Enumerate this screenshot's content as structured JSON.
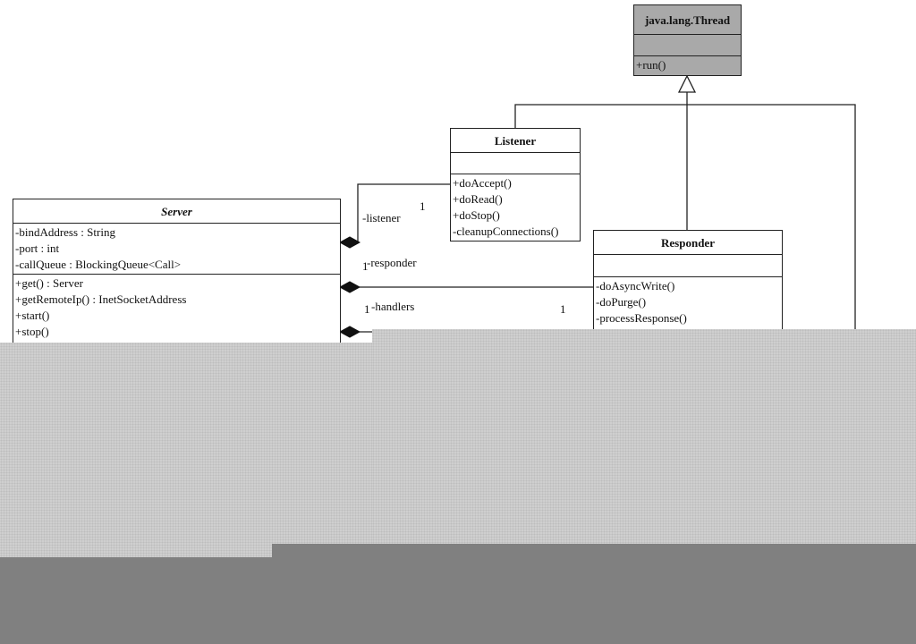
{
  "classes": {
    "thread": {
      "name": "java.lang.Thread",
      "methods": [
        "+run()"
      ]
    },
    "listener": {
      "name": "Listener",
      "methods": [
        "+doAccept()",
        "+doRead()",
        "+doStop()",
        "-cleanupConnections()"
      ]
    },
    "server": {
      "name": "Server",
      "attributes": [
        "-bindAddress : String",
        "-port : int",
        "-callQueue : BlockingQueue<Call>"
      ],
      "methods": [
        "+get() : Server",
        "+getRemoteIp() : InetSocketAddress",
        "+start()",
        "+stop()"
      ]
    },
    "responder": {
      "name": "Responder",
      "methods": [
        "-doAsyncWrite()",
        "-doPurge()",
        "-processResponse()"
      ]
    }
  },
  "associations": {
    "listener": {
      "role": "-listener",
      "multiplicity": "1"
    },
    "responder": {
      "role": "-responder",
      "multiplicity": "1"
    },
    "handlers": {
      "role": "-handlers",
      "multiplicity_left": "1",
      "multiplicity_right": "1"
    }
  },
  "colors": {
    "thread_fill": "#a9a9a9",
    "line": "#222222",
    "mask_light": "#cfcfcf",
    "mask_dark": "#808080"
  }
}
